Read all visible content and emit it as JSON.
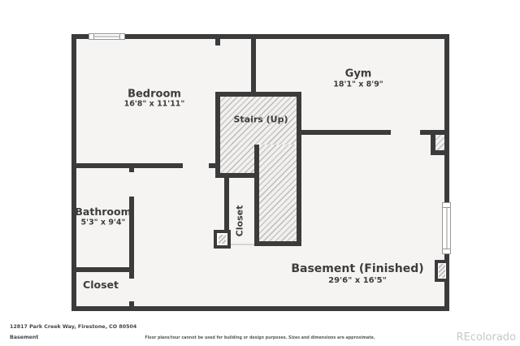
{
  "plan": {
    "rooms": {
      "bedroom": {
        "name": "Bedroom",
        "dims": "16'8\" x 11'11\""
      },
      "gym": {
        "name": "Gym",
        "dims": "18'1\" x 8'9\""
      },
      "stairs": {
        "name": "Stairs (Up)"
      },
      "stairs_closet": {
        "name": "Closet"
      },
      "bathroom": {
        "name": "Bathroom",
        "dims": "5'3\" x 9'4\""
      },
      "closet": {
        "name": "Closet"
      },
      "basement": {
        "name": "Basement (Finished)",
        "dims": "29'6\" x 16'5\""
      }
    }
  },
  "footer": {
    "address": "12817 Park Creek Way, Firestone, CO 80504",
    "level": "Basement",
    "disclaimer": "Floor plans/tour cannot be used for building or design purposes. Sizes and dimensions are approximate.",
    "watermark": "REcolorado"
  },
  "colors": {
    "wall": "#3b3b3b",
    "room_fill": "#f5f4f2",
    "hatch_line": "#bdbbb9",
    "watermark": "#c7c7c7"
  }
}
